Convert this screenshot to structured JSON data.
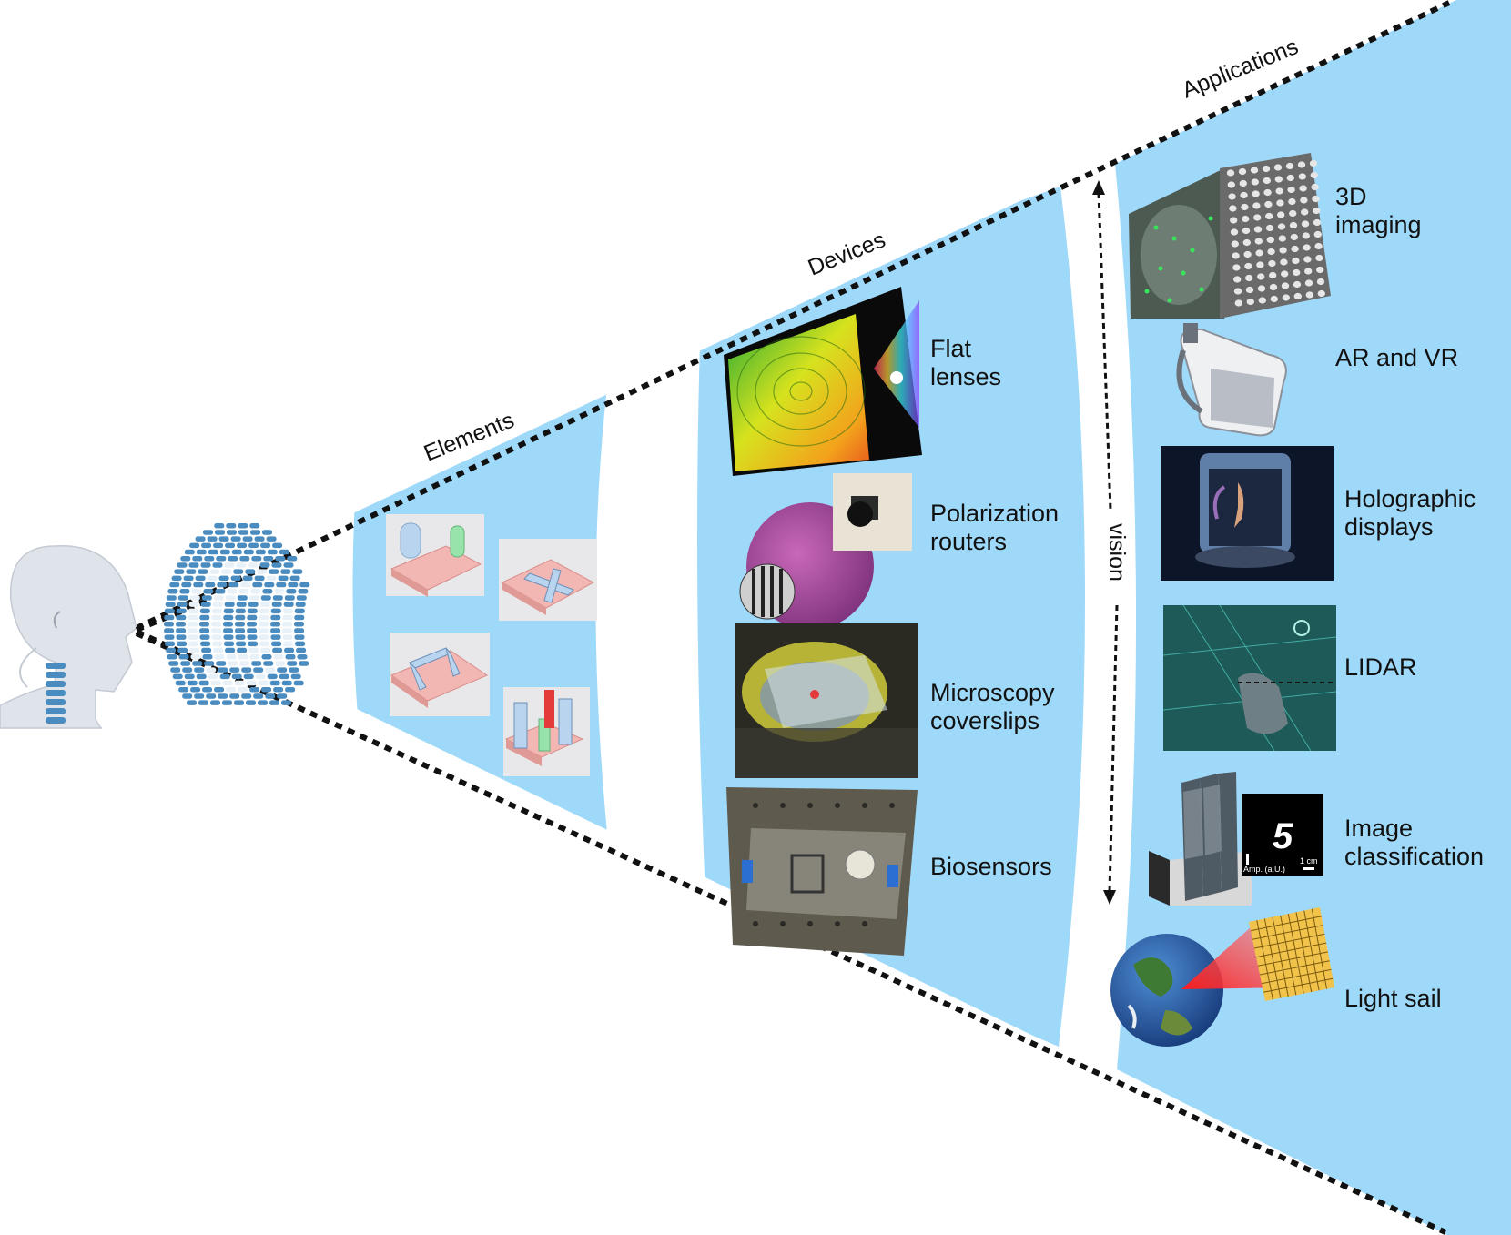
{
  "sections": {
    "elements": "Elements",
    "devices": "Devices",
    "applications": "Applications"
  },
  "vision_label": "vision",
  "devices": [
    {
      "id": "flat-lenses",
      "lines": [
        "Flat",
        "lenses"
      ]
    },
    {
      "id": "polarization-routers",
      "lines": [
        "Polarization",
        "routers"
      ]
    },
    {
      "id": "microscopy-coverslips",
      "lines": [
        "Microscopy",
        "coverslips"
      ]
    },
    {
      "id": "biosensors",
      "lines": [
        "Biosensors"
      ]
    }
  ],
  "applications": [
    {
      "id": "3d-imaging",
      "lines": [
        "3D",
        "imaging"
      ]
    },
    {
      "id": "ar-vr",
      "lines": [
        "AR and VR"
      ]
    },
    {
      "id": "holographic-displays",
      "lines": [
        "Holographic",
        "displays"
      ]
    },
    {
      "id": "lidar",
      "lines": [
        "LIDAR"
      ]
    },
    {
      "id": "image-classification",
      "lines": [
        "Image",
        "classification"
      ]
    },
    {
      "id": "light-sail",
      "lines": [
        "Light sail"
      ]
    }
  ],
  "image_classification_inset": {
    "digit": "5",
    "amp_label": "Amp. (a.U.)",
    "scale_label": "1 cm"
  },
  "colors": {
    "band": "#9fd9f9",
    "metasurface": "#4a8cc0",
    "element_base": "#f2b6b3",
    "pillar_blue": "#b9d4ef",
    "pillar_green": "#98e3ab",
    "pillar_red": "#e33a3a"
  }
}
